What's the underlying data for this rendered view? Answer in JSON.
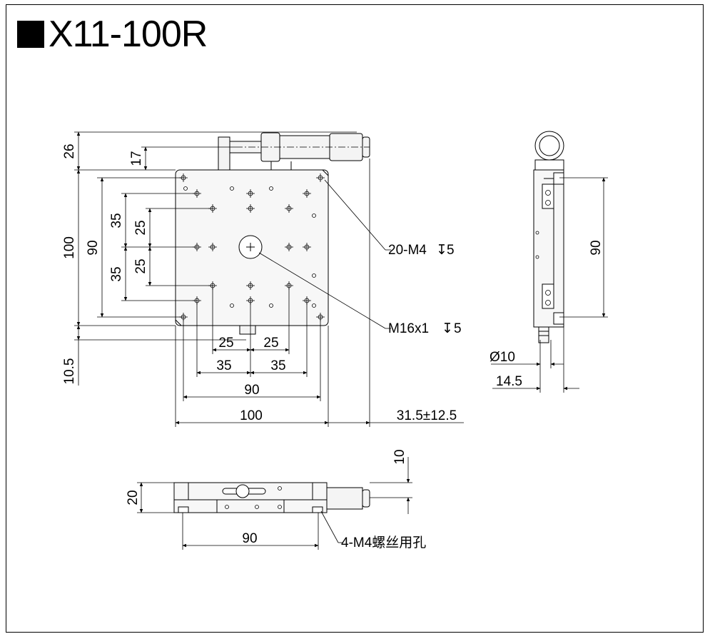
{
  "title": "X11-100R",
  "colors": {
    "line": "#000000",
    "body": "#f7f7f7",
    "holeFill": "#ffffff"
  },
  "dims": {
    "top_26": "26",
    "top_17": "17",
    "left_100": "100",
    "left_90": "90",
    "left_35a": "35",
    "left_25a": "25",
    "left_25b": "25",
    "left_35b": "35",
    "left_10_5": "10.5",
    "bottom_25a": "25",
    "bottom_25b": "25",
    "bottom_35a": "35",
    "bottom_35b": "35",
    "bottom_90": "90",
    "bottom_100": "100",
    "travel": "31.5±12.5",
    "side_90": "90",
    "side_dia10": "Ø10",
    "side_14_5": "14.5",
    "front_20": "20",
    "front_10": "10",
    "front_90": "90"
  },
  "callouts": {
    "tapped_holes": "20-M4",
    "tapped_depth": "5",
    "center_hole": "M16x1",
    "center_depth": "5",
    "mount_holes": "4-M4螺丝用孔"
  }
}
